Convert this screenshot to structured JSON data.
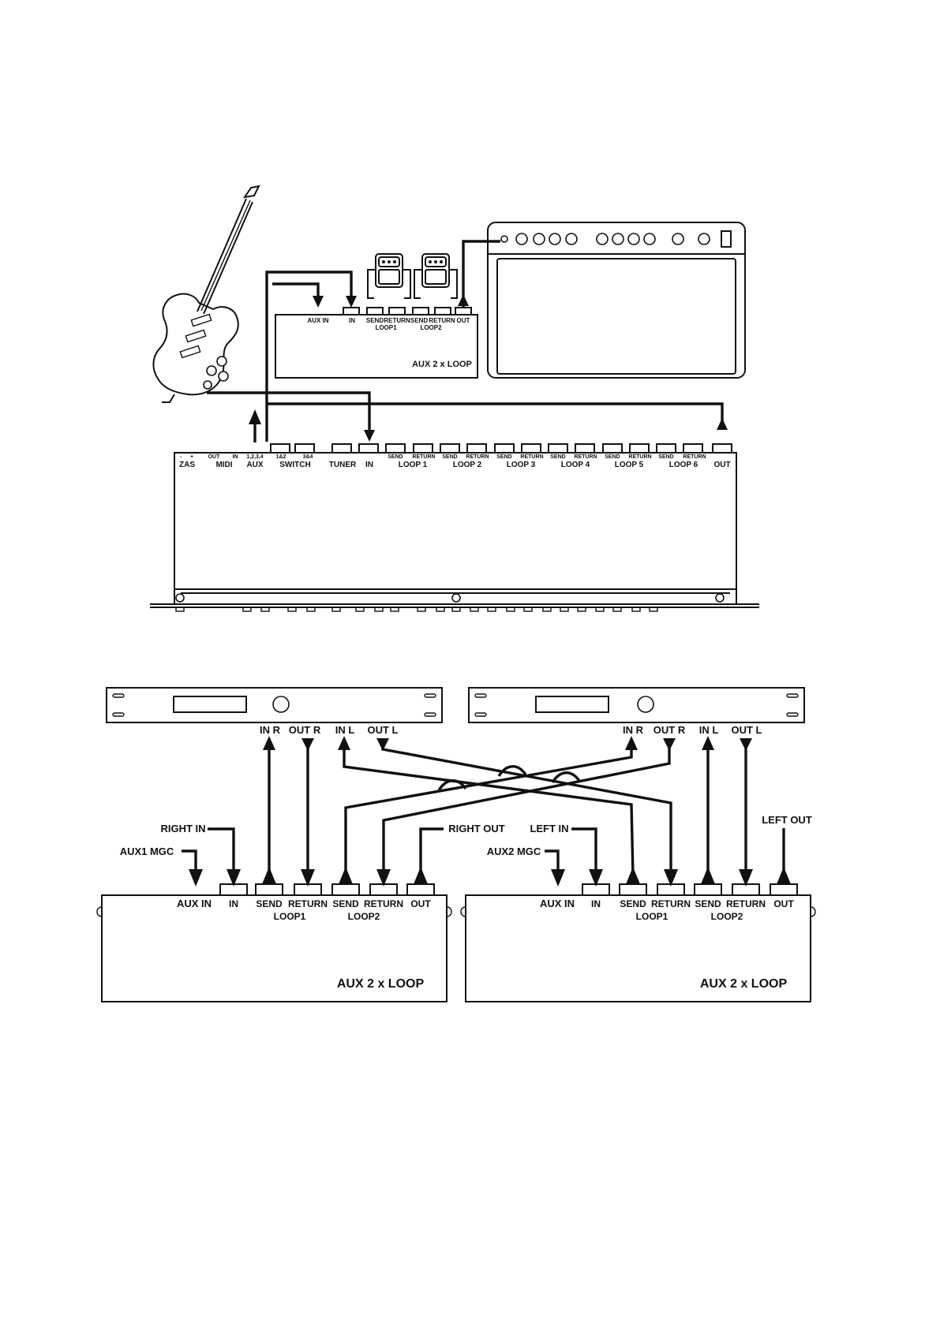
{
  "top_diagram": {
    "aux_unit": {
      "name": "AUX 2 x LOOP",
      "jacks": [
        "AUX IN",
        "IN",
        "SEND",
        "RETURN",
        "SEND",
        "RETURN",
        "OUT"
      ],
      "loop_labels": [
        "LOOP1",
        "LOOP2"
      ]
    },
    "rack_unit": {
      "top_small_labels": [
        "-",
        "+",
        "OUT",
        "IN",
        "1,2,3,4",
        "1&2",
        "3&4",
        "SEND",
        "RETURN",
        "SEND",
        "RETURN",
        "SEND",
        "RETURN",
        "SEND",
        "RETURN",
        "SEND",
        "RETURN",
        "SEND",
        "RETURN"
      ],
      "labels": [
        "ZAS",
        "MIDI",
        "AUX",
        "SWITCH",
        "TUNER",
        "IN",
        "LOOP 1",
        "LOOP 2",
        "LOOP 3",
        "LOOP 4",
        "LOOP 5",
        "LOOP 6",
        "OUT"
      ]
    }
  },
  "bottom_diagram": {
    "effect_units": [
      {
        "jacks": [
          "IN R",
          "OUT R",
          "IN L",
          "OUT L"
        ]
      },
      {
        "jacks": [
          "IN R",
          "OUT R",
          "IN L",
          "OUT L"
        ]
      }
    ],
    "aux_units": [
      {
        "name": "AUX 2 x LOOP",
        "jacks": [
          "AUX IN",
          "IN",
          "SEND",
          "RETURN",
          "SEND",
          "RETURN",
          "OUT"
        ],
        "loop_labels": [
          "LOOP1",
          "LOOP2"
        ]
      },
      {
        "name": "AUX 2 x LOOP",
        "jacks": [
          "AUX IN",
          "IN",
          "SEND",
          "RETURN",
          "SEND",
          "RETURN",
          "OUT"
        ],
        "loop_labels": [
          "LOOP1",
          "LOOP2"
        ]
      }
    ],
    "callouts": [
      "RIGHT IN",
      "AUX1 MGC",
      "RIGHT OUT",
      "LEFT IN",
      "AUX2 MGC",
      "LEFT OUT"
    ]
  }
}
